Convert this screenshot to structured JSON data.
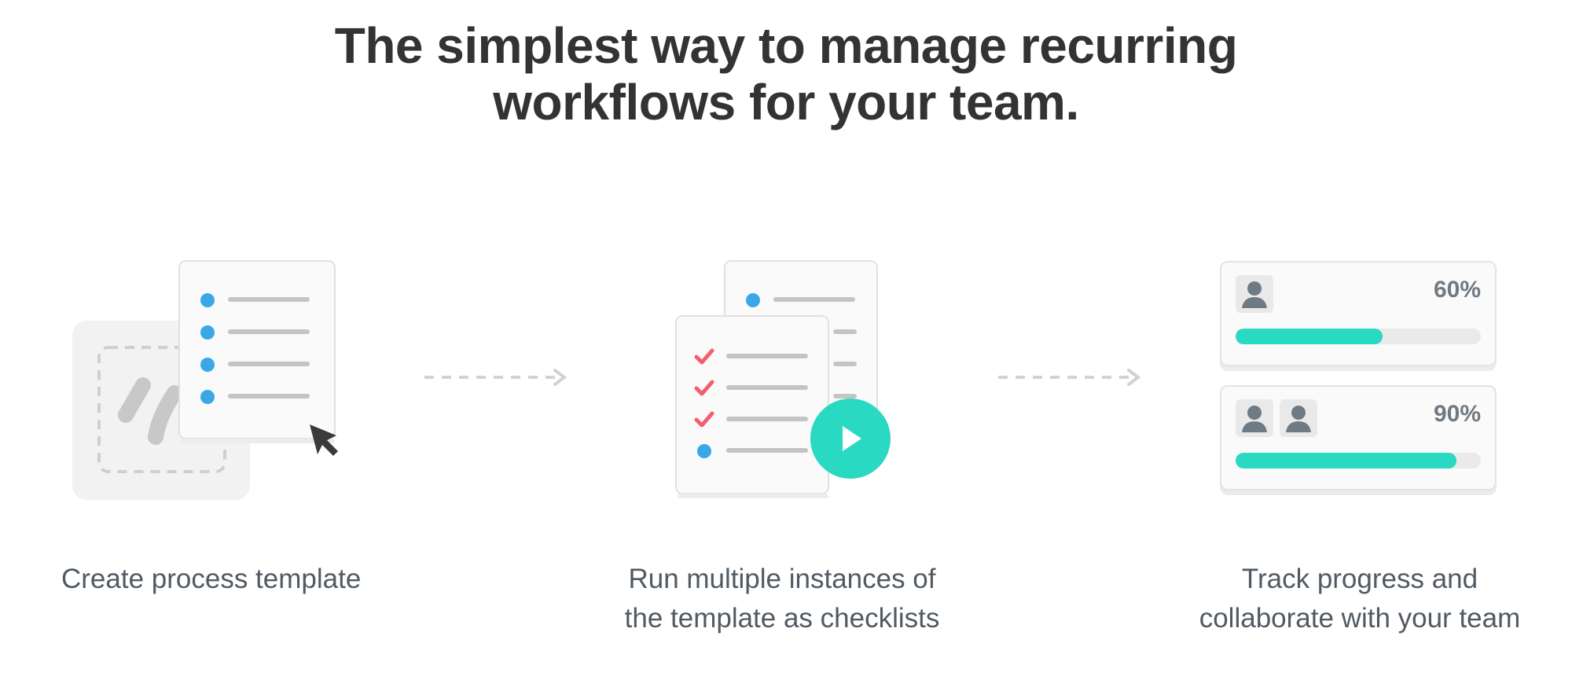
{
  "headline": {
    "line1": "The simplest way to manage recurring",
    "line2": "workflows for your team."
  },
  "steps": [
    {
      "caption_line1": "Create process template",
      "icons": [
        "template-icon",
        "checklist-icon",
        "cursor-icon"
      ]
    },
    {
      "caption_line1": "Run multiple instances of",
      "caption_line2": "the template as checklists",
      "icons": [
        "checklist-icon",
        "checkmark-icon",
        "play-icon"
      ]
    },
    {
      "caption_line1": "Track progress and",
      "caption_line2": "collaborate with your team",
      "icons": [
        "user-icon"
      ]
    }
  ],
  "progress_cards": [
    {
      "percent_label": "60%",
      "progress": 0.6,
      "avatars": 1
    },
    {
      "percent_label": "90%",
      "progress": 0.9,
      "avatars": 2
    }
  ],
  "colors": {
    "heading": "#333333",
    "caption": "#505a63",
    "accent_teal": "#2ad9c2",
    "bullet_blue": "#3aa8e8",
    "check_red": "#f0616d",
    "cursor": "#3a3a3a"
  }
}
